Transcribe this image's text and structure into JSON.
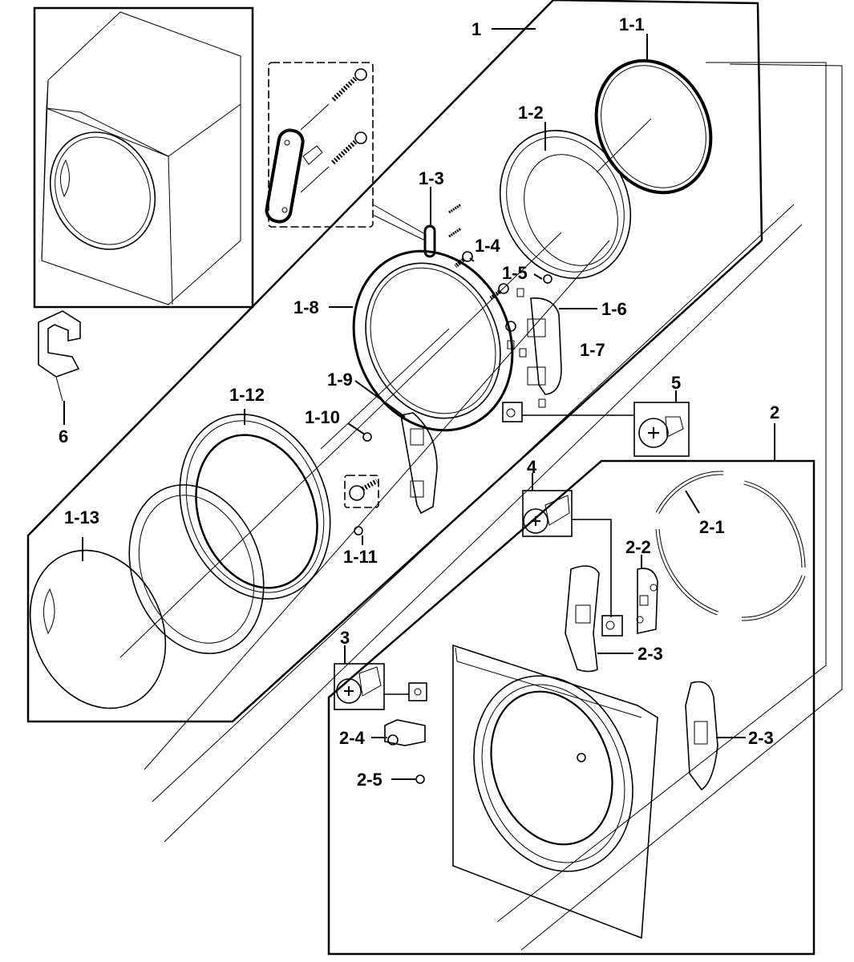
{
  "diagram": {
    "title": "Front door and front panel assembly exploded view",
    "labels": {
      "p1": "1",
      "p1_1": "1-1",
      "p1_2": "1-2",
      "p1_3": "1-3",
      "p1_4": "1-4",
      "p1_5": "1-5",
      "p1_6": "1-6",
      "p1_7": "1-7",
      "p1_8": "1-8",
      "p1_9": "1-9",
      "p1_10": "1-10",
      "p1_11": "1-11",
      "p1_12": "1-12",
      "p1_13": "1-13",
      "p2": "2",
      "p2_1": "2-1",
      "p2_2": "2-2",
      "p2_3a": "2-3",
      "p2_3b": "2-3",
      "p2_4": "2-4",
      "p2_5": "2-5",
      "p3": "3",
      "p4": "4",
      "p5": "5",
      "p6": "6"
    },
    "insets": {
      "appliance_overview": "assembled dryer view",
      "hinge_detail": "hinge detail with two screws"
    }
  }
}
